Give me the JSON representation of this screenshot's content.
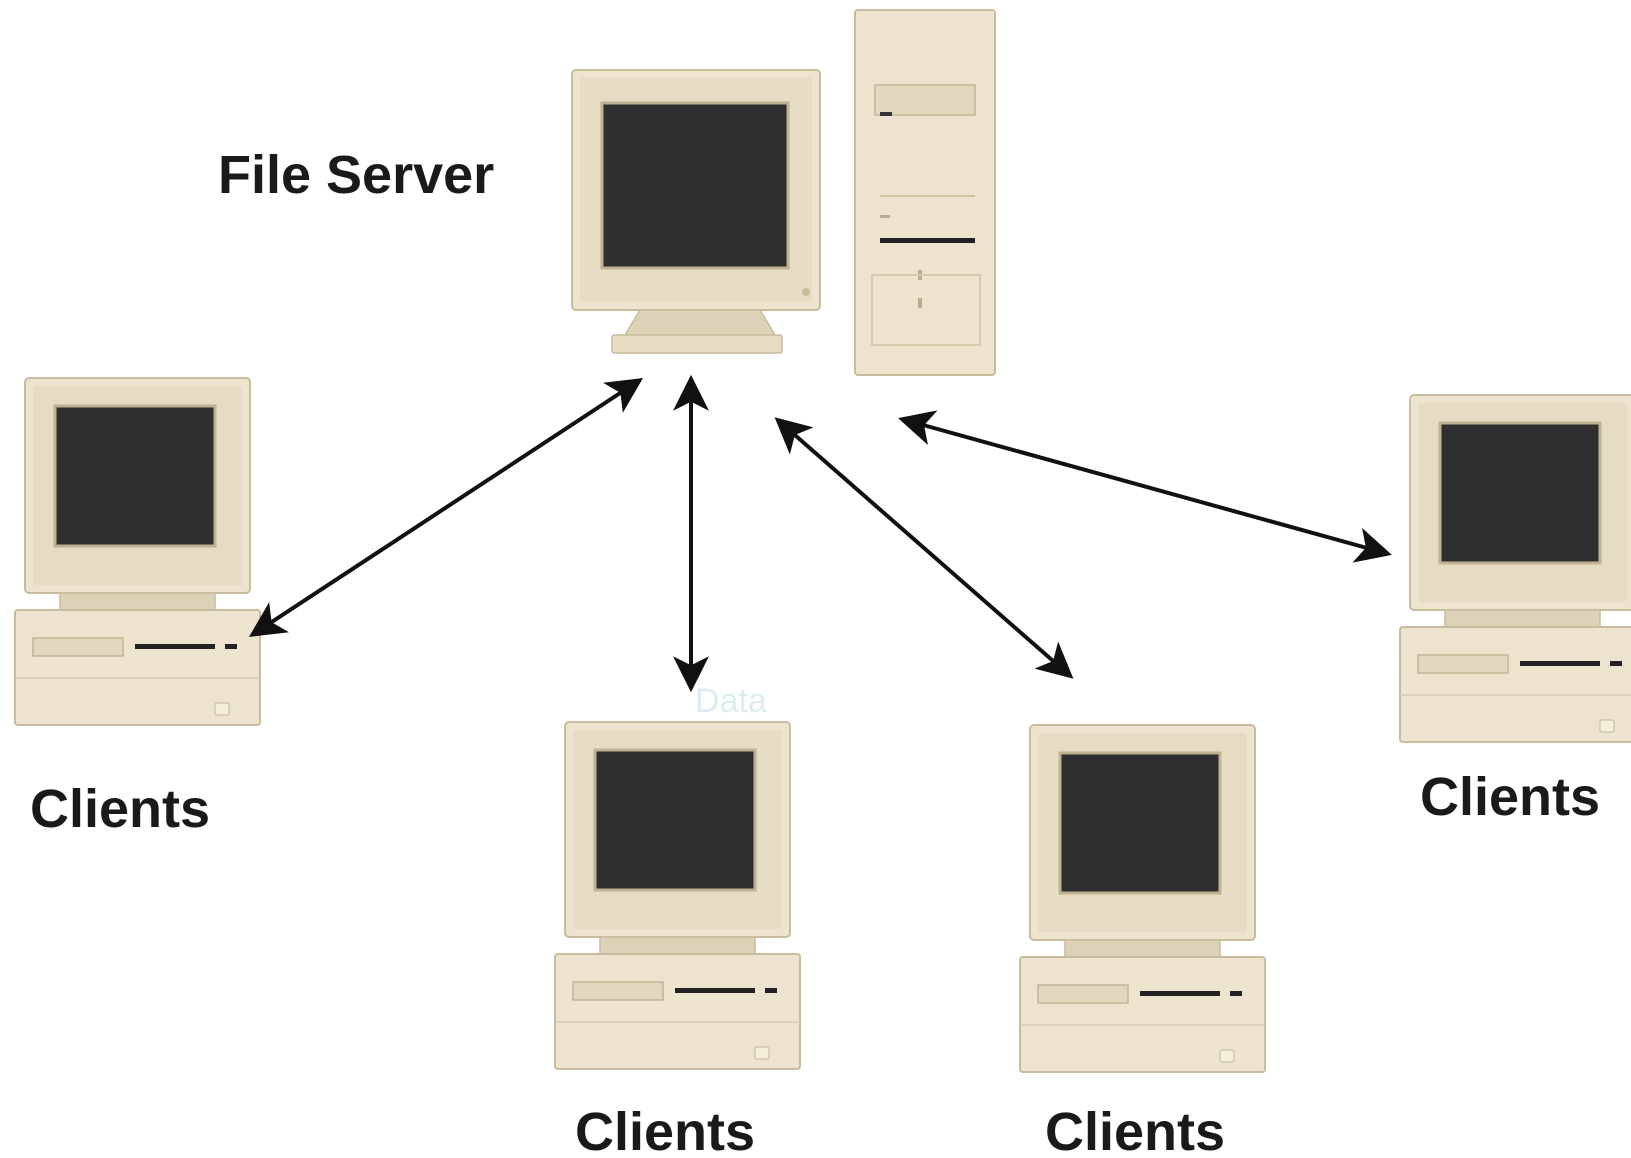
{
  "diagram": {
    "server": {
      "label": "File Server"
    },
    "clients": [
      {
        "label": "Clients"
      },
      {
        "label": "Clients"
      },
      {
        "label": "Clients"
      },
      {
        "label": "Clients"
      }
    ],
    "watermark": "Data",
    "colors": {
      "case": "#e8dfc8",
      "case_shadow": "#cdbf9f",
      "screen": "#2d2d2d",
      "arrow": "#111111"
    }
  }
}
